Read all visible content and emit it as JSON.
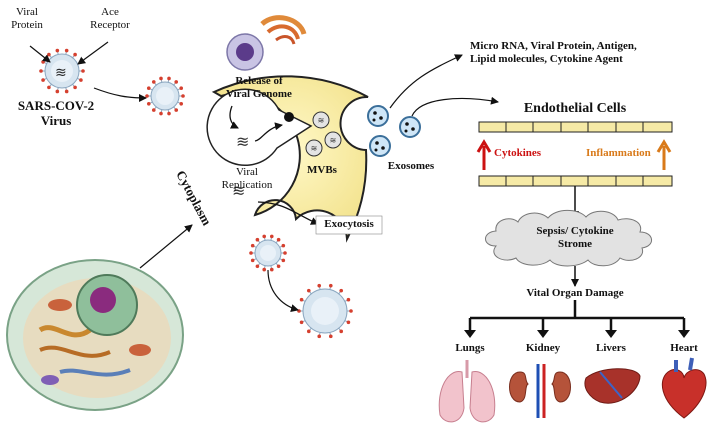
{
  "virus": {
    "viral_protein": "Viral\nProtein",
    "ace_receptor": "Ace\nReceptor",
    "name": "SARS-COV-2\nVirus"
  },
  "cell": {
    "release": "Release of\nViral Genome",
    "mvbs": "MVBs",
    "replication": "Viral\nReplication",
    "cytoplasm": "Cytoplasm",
    "exocytosis": "Exocytosis",
    "exosomes": "Exosomes"
  },
  "cargo": "Micro RNA, Viral Protein, Antigen,\nLipid molecules, Cytokine Agent",
  "endothelial": {
    "title": "Endothelial Cells",
    "cytokines": "Cytokines",
    "inflammation": "Inflammation"
  },
  "storm": "Sepsis/ Cytokine\nStrome",
  "damage": "Vital Organ Damage",
  "organs": [
    "Lungs",
    "Kidney",
    "Livers",
    "Heart"
  ],
  "colors": {
    "cell_fill": "#fbf3b3",
    "cytokines_arrow": "#cc1111",
    "inflammation_arrow": "#d97a1a",
    "bar_fill": "#f6eaa6",
    "virus_body": "#cfe0ee",
    "spike": "#d5402f"
  }
}
